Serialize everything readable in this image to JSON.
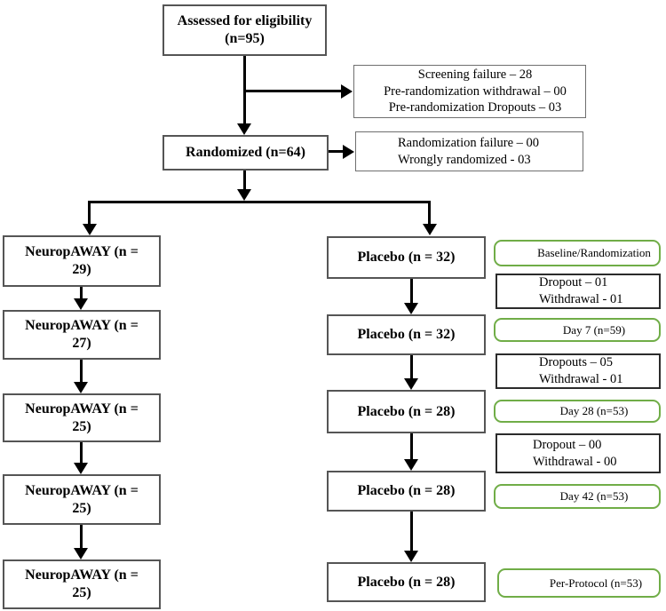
{
  "figure": {
    "type": "consort-flow-diagram",
    "colors": {
      "milestone_border_green": "#70ad47",
      "flow_box_border_gray": "#555555",
      "attrition_box_border_dark": "#2b2b2b",
      "arrow_black": "#000000"
    },
    "eligibility": {
      "line1": "Assessed for eligibility",
      "line2": "(n=95)"
    },
    "screening_exclusions": {
      "line1": "Screening failure – 28",
      "line2": "Pre-randomization withdrawal – 00",
      "line3": "Pre-randomization Dropouts – 03"
    },
    "randomized": {
      "label": "Randomized (n=64)"
    },
    "randomization_exclusions": {
      "line1": "Randomization failure – 00",
      "line2": "Wrongly randomized - 03"
    },
    "neuropaway_arm": {
      "box1": {
        "line1": "NeuropAWAY (n =",
        "line2": "29)"
      },
      "box2": {
        "line1": "NeuropAWAY (n =",
        "line2": "27)"
      },
      "box3": {
        "line1": "NeuropAWAY (n =",
        "line2": "25)"
      },
      "box4": {
        "line1": "NeuropAWAY (n =",
        "line2": "25)"
      },
      "box5": {
        "line1": "NeuropAWAY (n =",
        "line2": "25)"
      }
    },
    "placebo_arm": {
      "box1": "Placebo (n = 32)",
      "box2": "Placebo (n = 32)",
      "box3": "Placebo (n = 28)",
      "box4": "Placebo (n = 28)",
      "box5": "Placebo (n = 28)"
    },
    "milestones": {
      "m1": "Baseline/Randomization",
      "m2": "Day 7 (n=59)",
      "m3": "Day 28 (n=53)",
      "m4": "Day 42 (n=53)",
      "m5": "Per-Protocol (n=53)"
    },
    "attrition": {
      "a1": {
        "line1": "Dropout – 01",
        "line2": "Withdrawal - 01"
      },
      "a2": {
        "line1": "Dropouts – 05",
        "line2": "Withdrawal - 01"
      },
      "a3": {
        "line1": "Dropout – 00",
        "line2": "Withdrawal - 00"
      }
    }
  }
}
